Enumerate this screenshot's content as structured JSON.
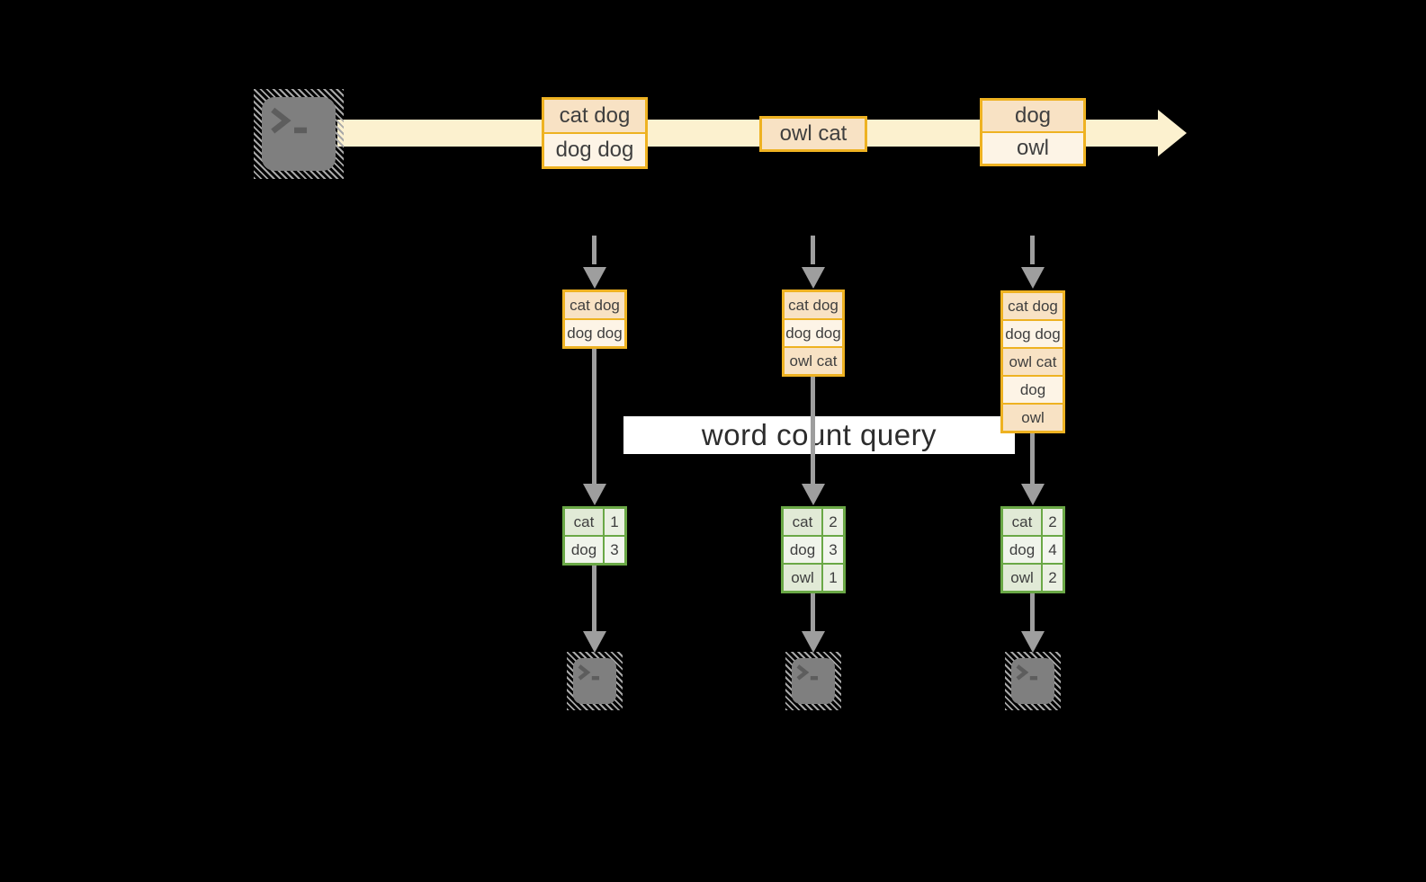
{
  "title_band": {
    "label": "word count query"
  },
  "stream": {
    "batches": [
      {
        "lines": [
          "cat dog",
          "dog dog"
        ]
      },
      {
        "lines": [
          "owl cat"
        ]
      },
      {
        "lines": [
          "dog",
          "owl"
        ]
      }
    ]
  },
  "micro_batches": [
    {
      "input": [
        "cat dog",
        "dog dog"
      ],
      "counts": [
        {
          "word": "cat",
          "count": "1"
        },
        {
          "word": "dog",
          "count": "3"
        }
      ]
    },
    {
      "input": [
        "cat dog",
        "dog dog",
        "owl cat"
      ],
      "counts": [
        {
          "word": "cat",
          "count": "2"
        },
        {
          "word": "dog",
          "count": "3"
        },
        {
          "word": "owl",
          "count": "1"
        }
      ]
    },
    {
      "input": [
        "cat dog",
        "dog dog",
        "owl cat",
        "dog",
        "owl"
      ],
      "counts": [
        {
          "word": "cat",
          "count": "2"
        },
        {
          "word": "dog",
          "count": "4"
        },
        {
          "word": "owl",
          "count": "2"
        }
      ]
    }
  ],
  "colors": {
    "background": "#000000",
    "stream_fill": "#fcf1cf",
    "box_border": "#eeb222",
    "cell_peach": "#f8e2c4",
    "cell_cream": "#fdf4e6",
    "result_border": "#6aa846",
    "result_cell_dark": "#e1ead6",
    "result_cell_light": "#f0f4eb",
    "arrow_gray": "#9e9e9e",
    "terminal_gray": "#7f7f7f",
    "label_bg": "#ffffff",
    "text": "#3f3f3f"
  }
}
